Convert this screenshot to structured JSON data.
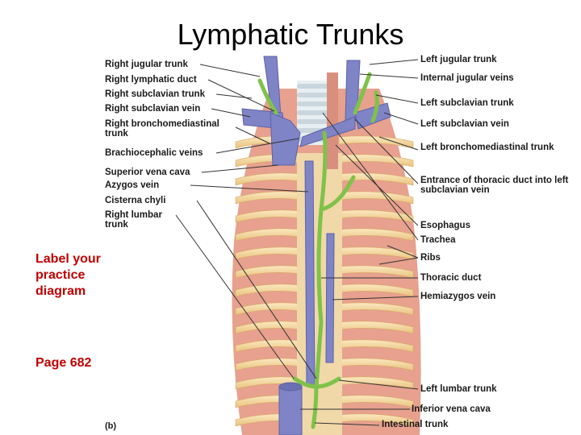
{
  "title": "Lymphatic Trunks",
  "side_note": "Label your practice diagram",
  "page_ref": "Page  682",
  "panel_label": "(b)",
  "labels_left": [
    {
      "text": "Right jugular trunk"
    },
    {
      "text": "Right lymphatic duct"
    },
    {
      "text": "Right subclavian trunk"
    },
    {
      "text": "Right subclavian vein"
    },
    {
      "text": "Right bronchomediastinal trunk"
    },
    {
      "text": "Brachiocephalic veins"
    },
    {
      "text": "Superior vena cava"
    },
    {
      "text": "Azygos vein"
    },
    {
      "text": "Cisterna chyli"
    },
    {
      "text": "Right lumbar trunk"
    }
  ],
  "labels_right": [
    {
      "text": "Left jugular trunk"
    },
    {
      "text": "Internal jugular veins"
    },
    {
      "text": "Left subclavian trunk"
    },
    {
      "text": "Left subclavian vein"
    },
    {
      "text": "Left bronchomediastinal trunk"
    },
    {
      "text": "Entrance of thoracic duct into left subclavian vein"
    },
    {
      "text": "Esophagus"
    },
    {
      "text": "Trachea"
    },
    {
      "text": "Ribs"
    },
    {
      "text": "Thoracic duct"
    },
    {
      "text": "Hemiazygos vein"
    },
    {
      "text": "Left lumbar trunk"
    },
    {
      "text": "Inferior vena cava"
    },
    {
      "text": "Intestinal trunk"
    }
  ],
  "colors": {
    "vein": "#7f84c6",
    "lymph": "#7fc24a",
    "muscle": "#e7a18e",
    "rib": "#f6d99f",
    "label_line": "#333333",
    "note": "#c00000"
  }
}
